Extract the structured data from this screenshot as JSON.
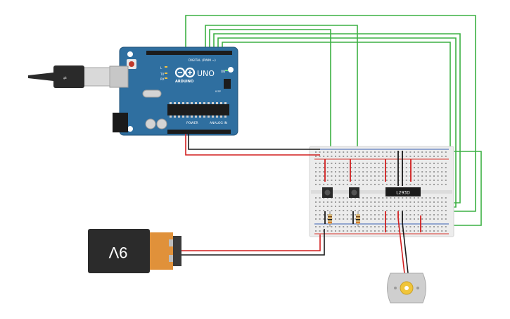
{
  "canvas": {
    "background": "#ffffff"
  },
  "arduino": {
    "board_label": "UNO",
    "brand": "ARDUINO",
    "digital_header": "DIGITAL (PWM ~)",
    "power_header": "POWER",
    "analog_header": "ANALOG IN",
    "tx_label": "TX",
    "rx_label": "RX",
    "l_label": "L",
    "on_label": "ON",
    "icsp_label": "ICSP",
    "color": "#2f6fa0"
  },
  "battery": {
    "label": "9V",
    "body_color": "#2b2b2b",
    "cap_color": "#e0913a"
  },
  "driver_chip": {
    "label": "L293D"
  },
  "colors": {
    "wire_green": "#3cb043",
    "wire_red": "#d21f1f",
    "wire_black": "#1a1a1a",
    "breadboard": "#ececec",
    "rail_red": "#d9342b",
    "rail_blue": "#3a62b5"
  },
  "icons": {
    "usb": "usb-plug-icon",
    "motor": "dc-motor-icon",
    "button": "push-button-icon",
    "resistor": "resistor-icon"
  }
}
